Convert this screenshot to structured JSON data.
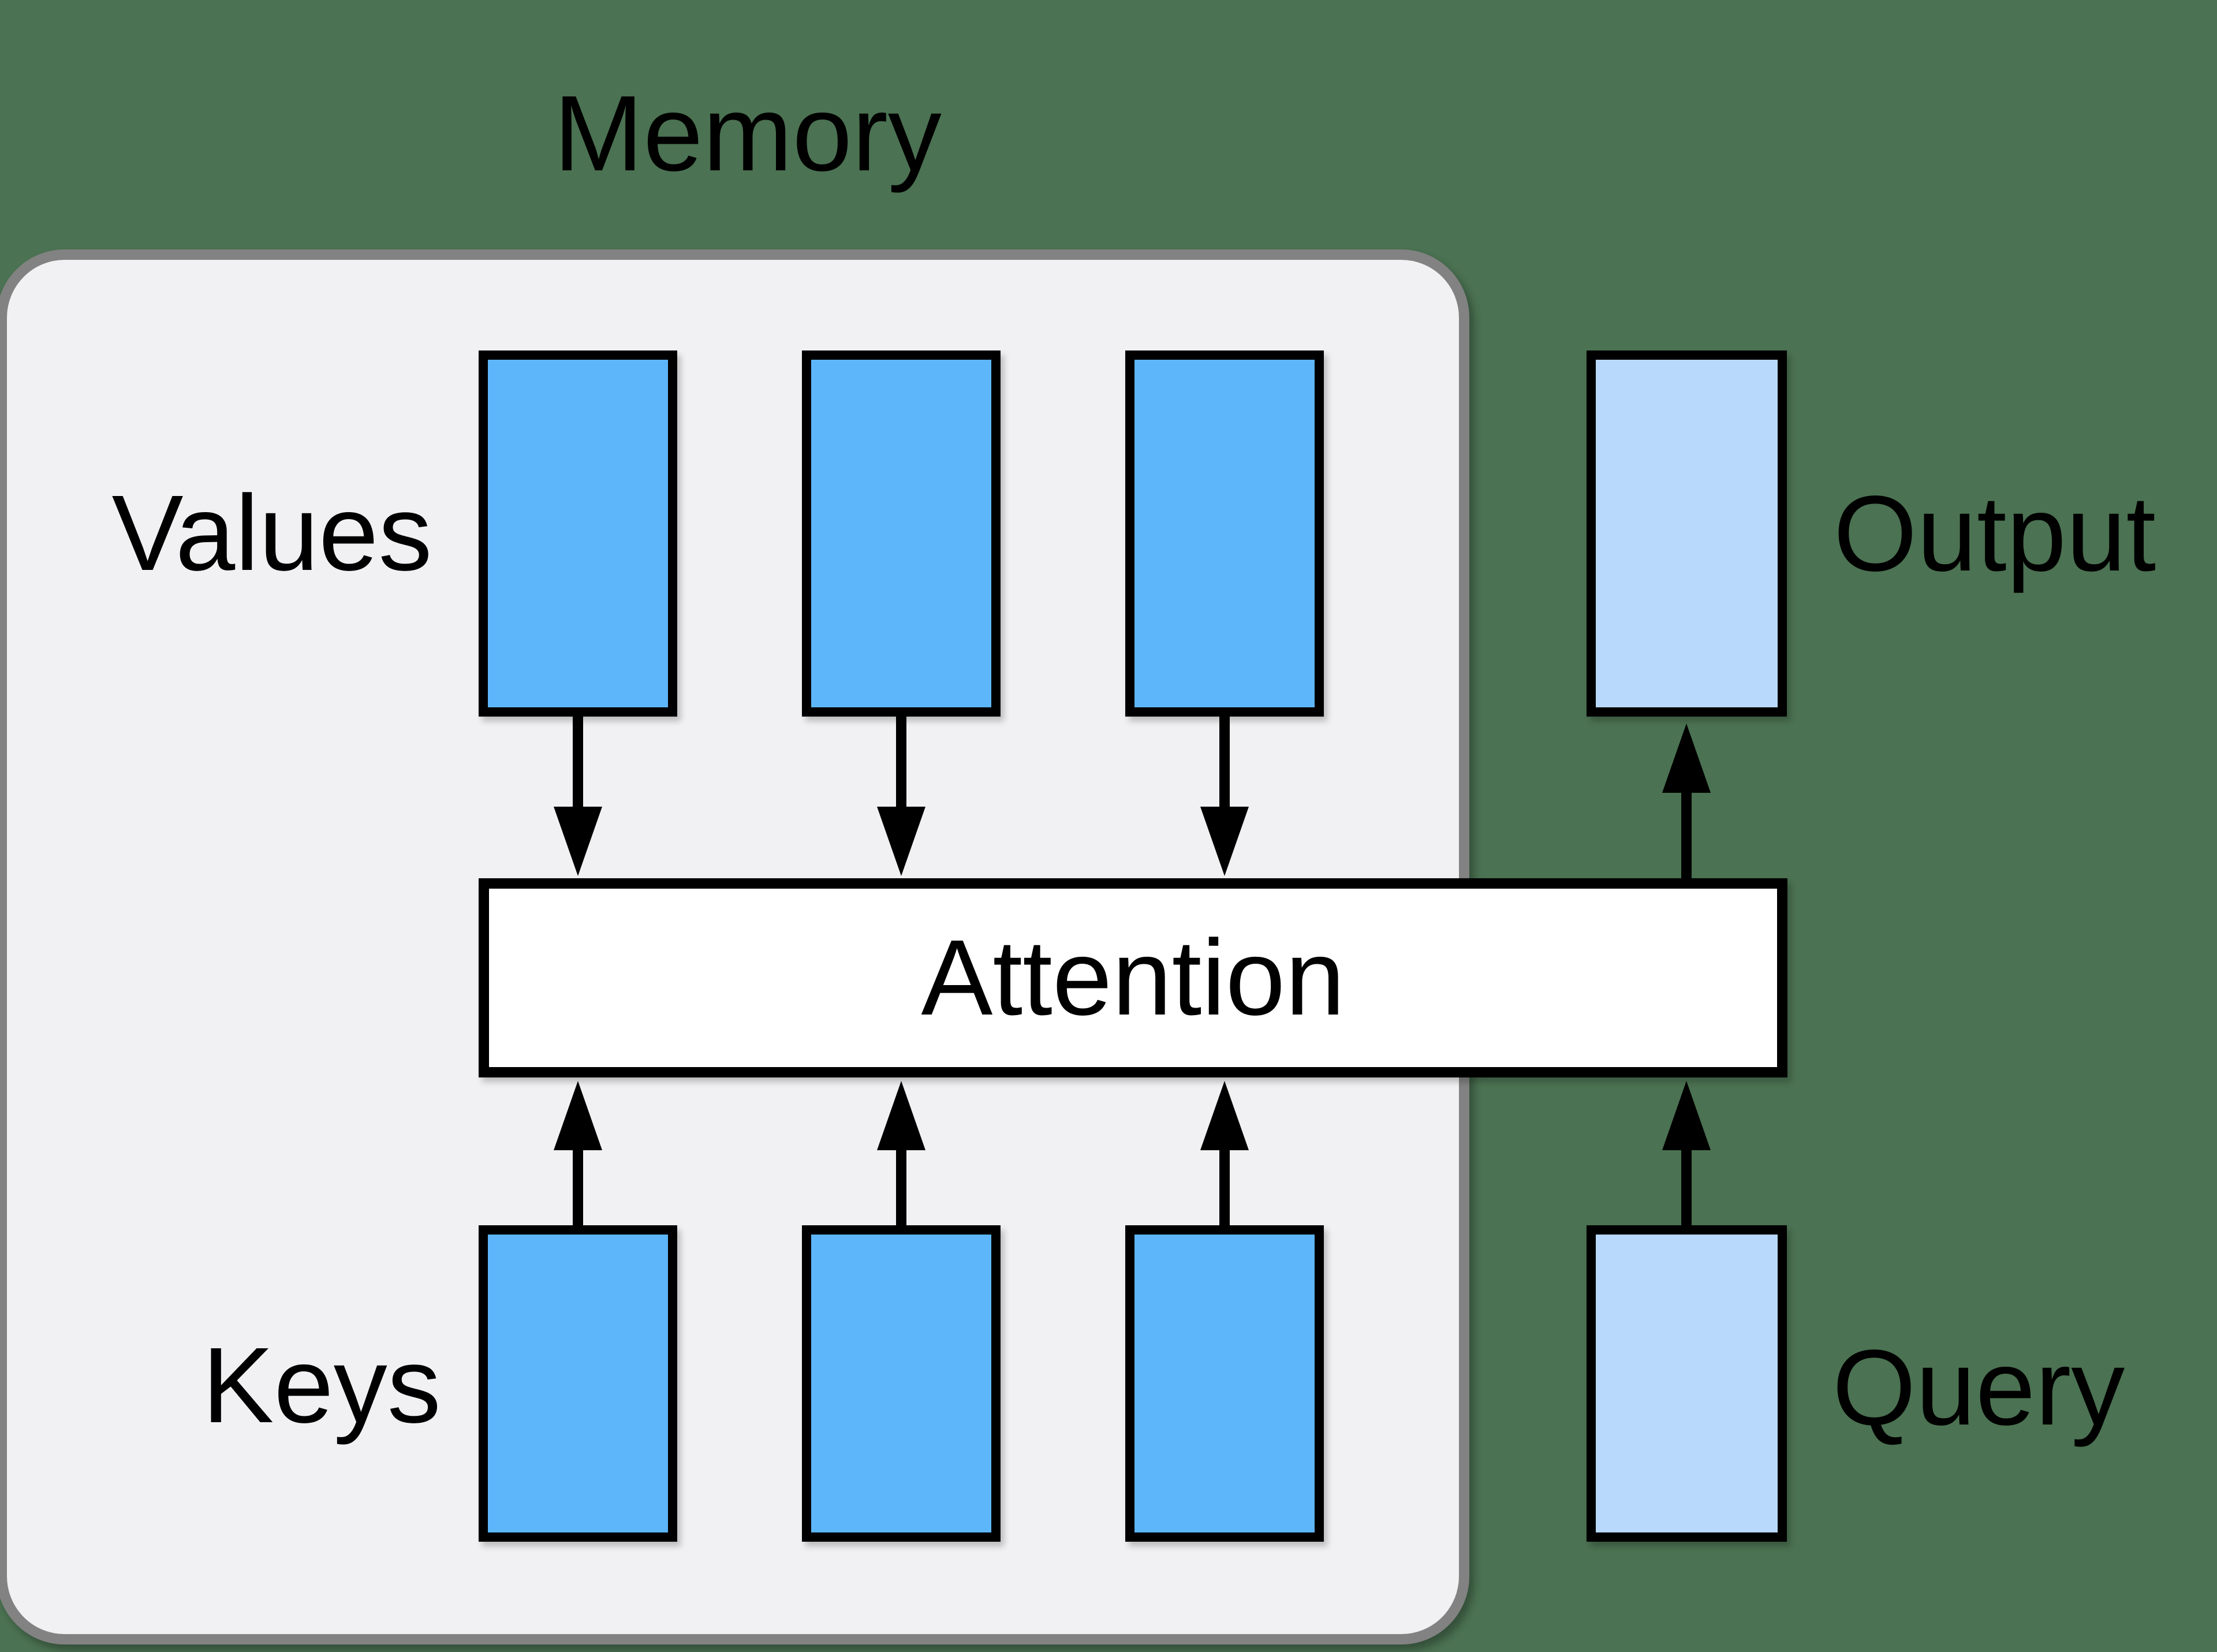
{
  "diagram": {
    "type": "attention-mechanism-diagram",
    "memory": {
      "label": "Memory",
      "values": {
        "label": "Values",
        "count": 3
      },
      "keys": {
        "label": "Keys",
        "count": 3
      }
    },
    "attention": {
      "label": "Attention"
    },
    "output": {
      "label": "Output"
    },
    "query": {
      "label": "Query"
    },
    "arrows": [
      "value-1 -> attention (down)",
      "value-2 -> attention (down)",
      "value-3 -> attention (down)",
      "key-1 -> attention (up)",
      "key-2 -> attention (up)",
      "key-3 -> attention (up)",
      "query -> attention (up)",
      "attention -> output (up)"
    ]
  },
  "colors": {
    "background": "#4b7252",
    "memory_fill": "#f1f1f3",
    "memory_border": "#828282",
    "block_blue": "#5eb6fa",
    "block_light_blue": "#b8d9fc",
    "bar_fill": "#ffffff",
    "stroke": "#000000",
    "text": "#000000"
  }
}
